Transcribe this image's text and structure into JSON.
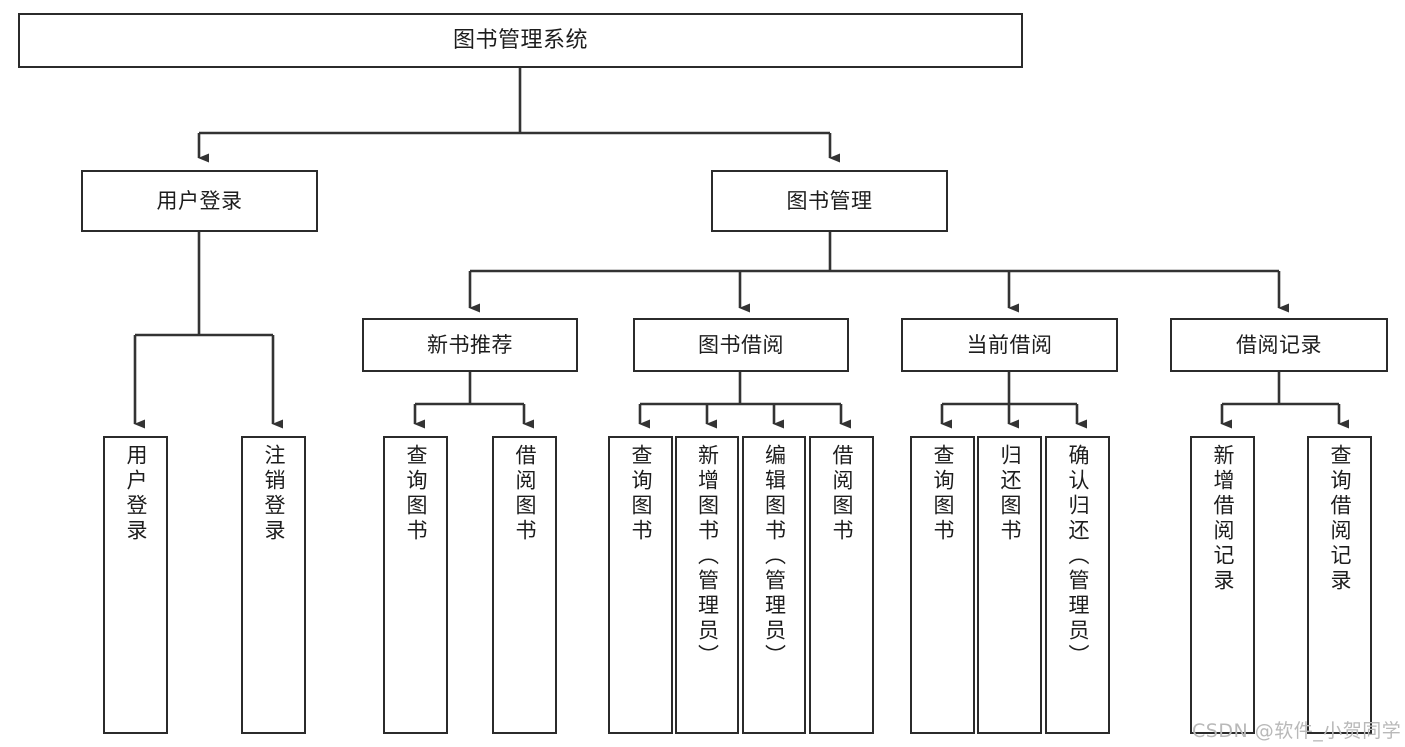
{
  "diagram": {
    "title": "图书管理系统",
    "type": "tree-hierarchy-diagram",
    "watermark": "CSDN @软件_小贺同学",
    "colors": {
      "box_border": "#2b2b2b",
      "box_fill": "#ffffff",
      "line": "#333333",
      "text": "#1d1d1d",
      "watermark": "#b9b9b9",
      "background": "#ffffff"
    },
    "nodes": {
      "root": {
        "label": "图书管理系统"
      },
      "level2": [
        {
          "label": "用户登录"
        },
        {
          "label": "图书管理"
        }
      ],
      "level3": [
        {
          "label": "新书推荐"
        },
        {
          "label": "图书借阅"
        },
        {
          "label": "当前借阅"
        },
        {
          "label": "借阅记录"
        }
      ],
      "leaves_user_login": [
        {
          "label": "用户登录"
        },
        {
          "label": "注销登录"
        }
      ],
      "leaves_new_book": [
        {
          "label": "查询图书"
        },
        {
          "label": "借阅图书"
        }
      ],
      "leaves_borrow": [
        {
          "label": "查询图书"
        },
        {
          "label": "新增图书（管理员）"
        },
        {
          "label": "编辑图书（管理员）"
        },
        {
          "label": "借阅图书"
        }
      ],
      "leaves_current": [
        {
          "label": "查询图书"
        },
        {
          "label": "归还图书"
        },
        {
          "label": "确认归还（管理员）"
        }
      ],
      "leaves_records": [
        {
          "label": "新增借阅记录"
        },
        {
          "label": "查询借阅记录"
        }
      ]
    }
  }
}
